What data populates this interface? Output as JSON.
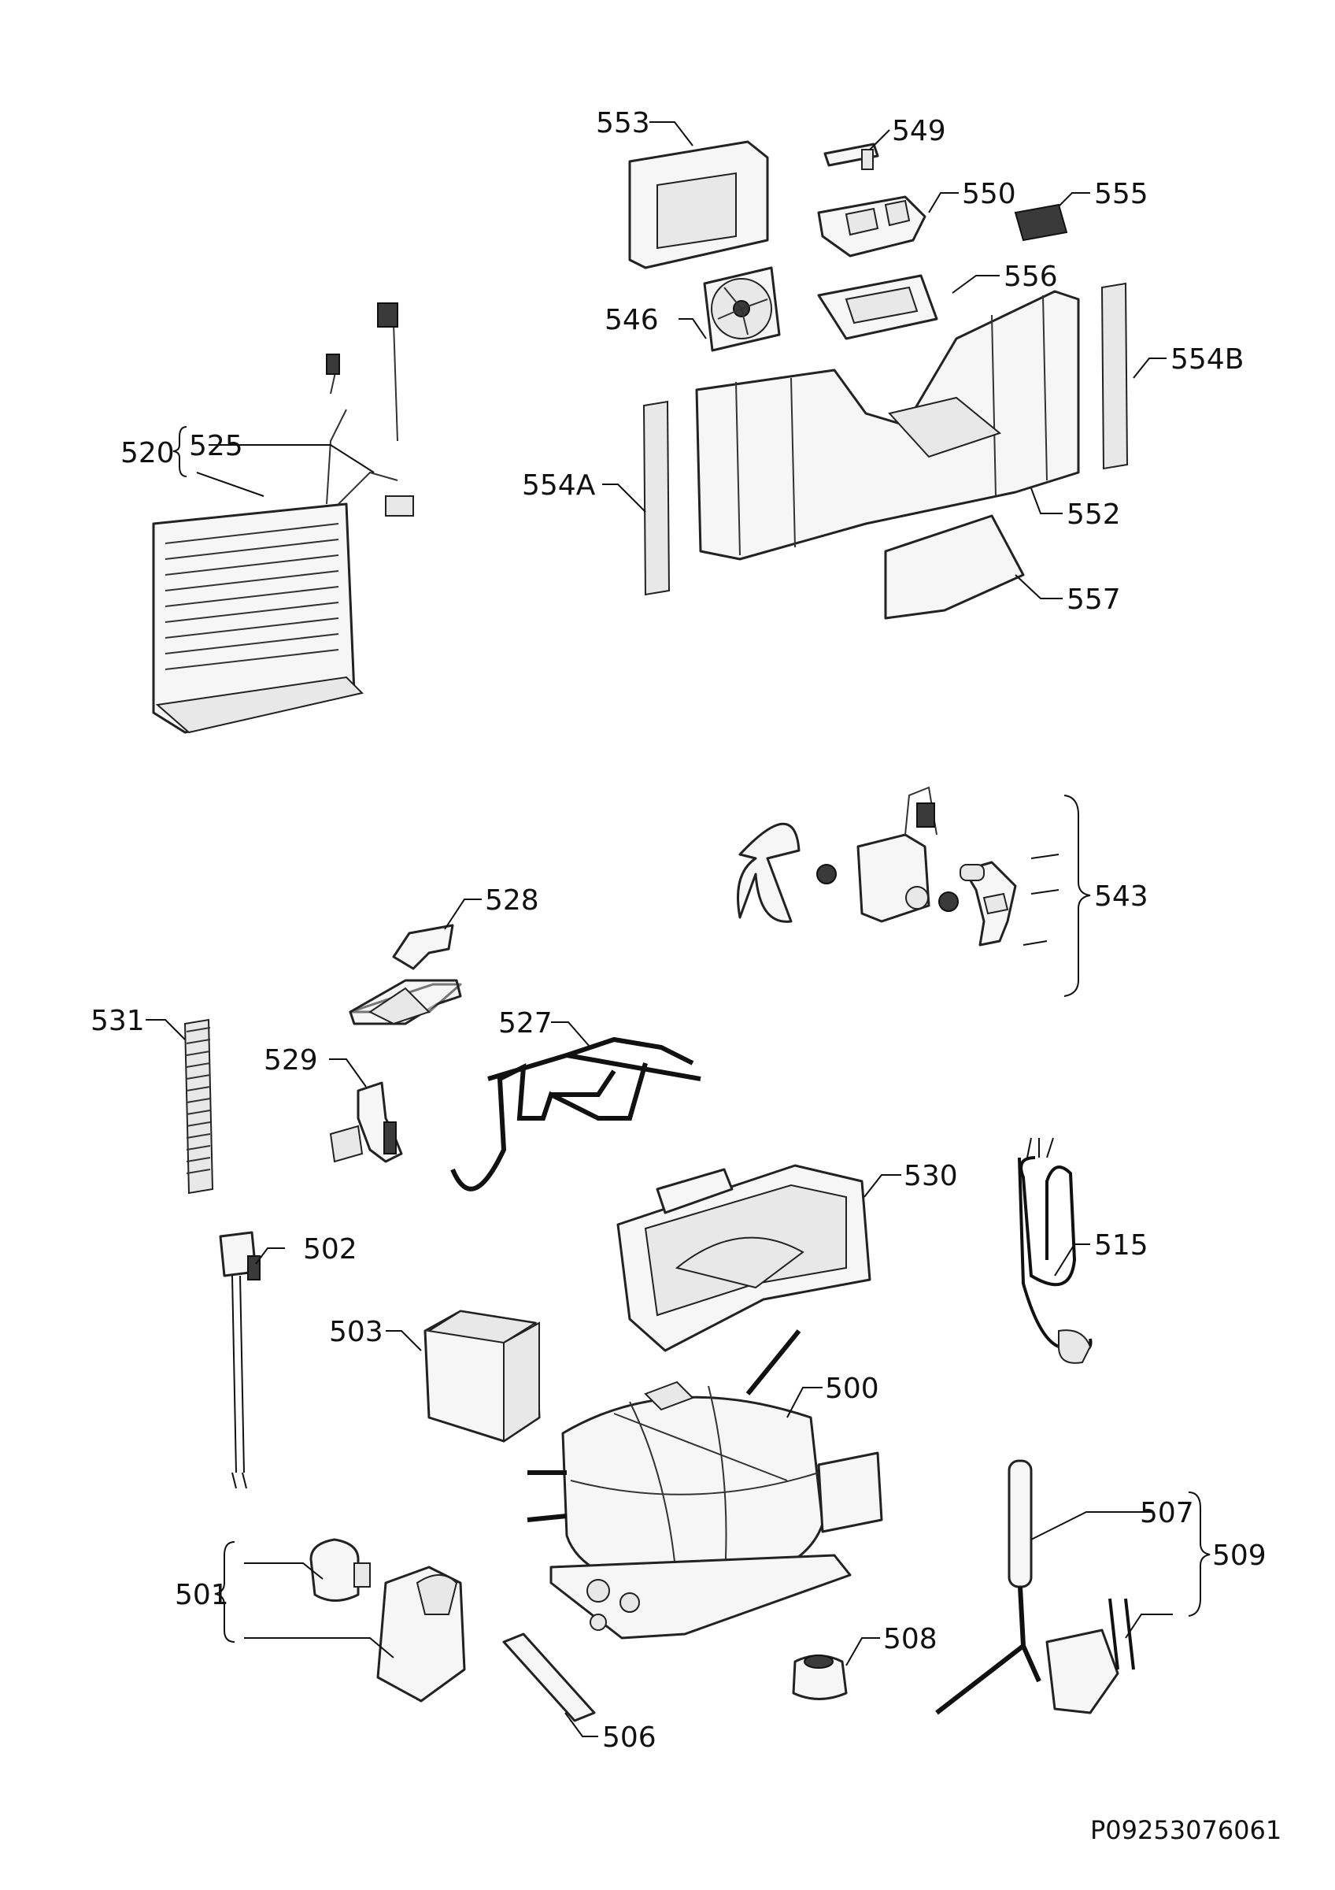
{
  "diagram": {
    "doc_code": "P09253076061",
    "labels": {
      "l553": "553",
      "l549": "549",
      "l550": "550",
      "l555": "555",
      "l546": "546",
      "l556": "556",
      "l554B": "554B",
      "l520": "520",
      "l525": "525",
      "l554A": "554A",
      "l552": "552",
      "l557": "557",
      "l543": "543",
      "l528": "528",
      "l531": "531",
      "l527": "527",
      "l529": "529",
      "l530": "530",
      "l515": "515",
      "l502": "502",
      "l503": "503",
      "l500": "500",
      "l507": "507",
      "l509": "509",
      "l501": "501",
      "l508": "508",
      "l506": "506"
    }
  }
}
